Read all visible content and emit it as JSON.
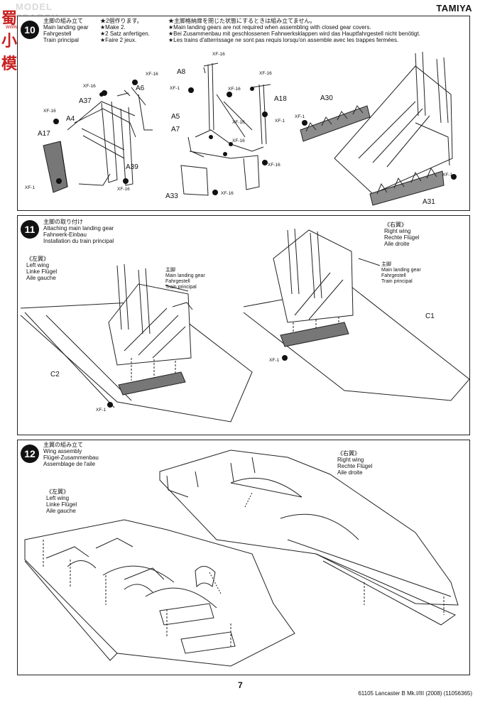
{
  "header": {
    "brand": "TAMIYA",
    "watermark_line1": "MODEL SEARCH",
    "watermark_line2": "www.hmxs.com",
    "watermark_glyphs": "蜀小模"
  },
  "step10": {
    "number": "10",
    "title_lines": [
      "主脚の組み立て",
      "Main landing gear",
      "Fahrgestell",
      "Train principal"
    ],
    "make_lines": [
      "★2個作ります。",
      "★Make 2.",
      "★2 Satz anfertigen.",
      "★Faire 2 jeux."
    ],
    "note_lines": [
      "★主脚格納扉を閉じた状態にするときは組み立てません。",
      "★Main landing gears are not required when assembling with closed gear covers.",
      "★Bei Zusammenbau mit geschlossenen Fahrwerksklappen wird das Hauptfahrgestell nicht benötigt.",
      "★Les trains d'atterrissage ne sont pas requis lorsqu'on assemble avec les trappes fermées."
    ],
    "parts": {
      "a37": "A37",
      "a6": "A6",
      "a4": "A4",
      "a17": "A17",
      "a39": "A39",
      "a8": "A8",
      "a18": "A18",
      "a5": "A5",
      "a7": "A7",
      "a33": "A33",
      "a30": "A30",
      "a31": "A31"
    },
    "paint": {
      "xf16": "XF-16",
      "xf1": "XF-1"
    }
  },
  "step11": {
    "number": "11",
    "title_lines": [
      "主脚の取り付け",
      "Attaching main landing gear",
      "Fahrwerk-Einbau",
      "Installation du train principal"
    ],
    "left_lines": [
      "《左翼》",
      "Left wing",
      "Linke Flügel",
      "Aile gauche"
    ],
    "right_lines": [
      "《右翼》",
      "Right wing",
      "Rechte Flügel",
      "Aile droite"
    ],
    "gear_lines": [
      "主脚",
      "Main landing gear",
      "Fahrgestell",
      "Train principal"
    ],
    "parts": {
      "c1": "C1",
      "c2": "C2"
    },
    "paint": {
      "xf1": "XF-1"
    }
  },
  "step12": {
    "number": "12",
    "title_lines": [
      "主翼の組み立て",
      "Wing assembly",
      "Flügel-Zusammenbau",
      "Assemblage de l'aile"
    ],
    "left_lines": [
      "《左翼》",
      "Left wing",
      "Linke Flügel",
      "Aile gauche"
    ],
    "right_lines": [
      "《右翼》",
      "Right wing",
      "Rechte Flügel",
      "Aile droite"
    ]
  },
  "footer": {
    "page_number": "7",
    "product_info": "61105 Lancaster B Mk.I/III (2008) (11056365)"
  }
}
